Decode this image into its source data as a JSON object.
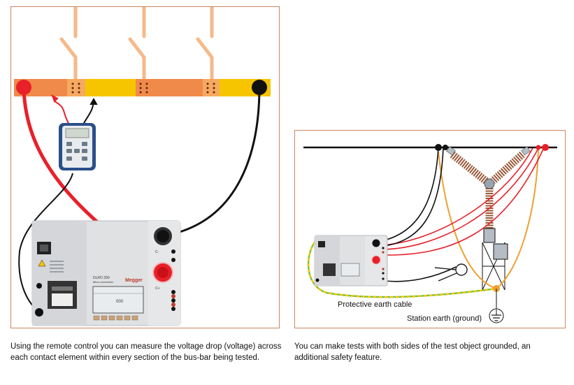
{
  "left_panel": {
    "instrument_brand": "Megger",
    "instrument_model": "DLRO 200",
    "instrument_subtitle": "Micro-ohmmeter",
    "display_reading": "000",
    "terminal_c_minus": "C-",
    "terminal_c_plus": "C+",
    "caption": "Using the remote control you can measure the voltage drop (voltage) across each contact element within every section of the bus-bar being tested."
  },
  "right_panel": {
    "protective_earth_label": "Protective earth cable",
    "station_earth_label": "Station earth (ground)",
    "caption": "You can make tests with both sides of the test object grounded, an additional safety feature."
  },
  "colors": {
    "busbar_orange": "#f08a4b",
    "busbar_yellow": "#f7c500",
    "switch_arm": "#f5b98a",
    "lead_red": "#e8202a",
    "lead_black": "#111111",
    "insulator_brown": "#9a5a3a",
    "orange_lead": "#f0a030",
    "earth_green": "#7cc242",
    "panel_border": "#c9885f"
  },
  "icons": [
    "remote-control-icon",
    "instrument-icon",
    "earth-ground-icon",
    "clamp-icon",
    "insulator-icon"
  ]
}
